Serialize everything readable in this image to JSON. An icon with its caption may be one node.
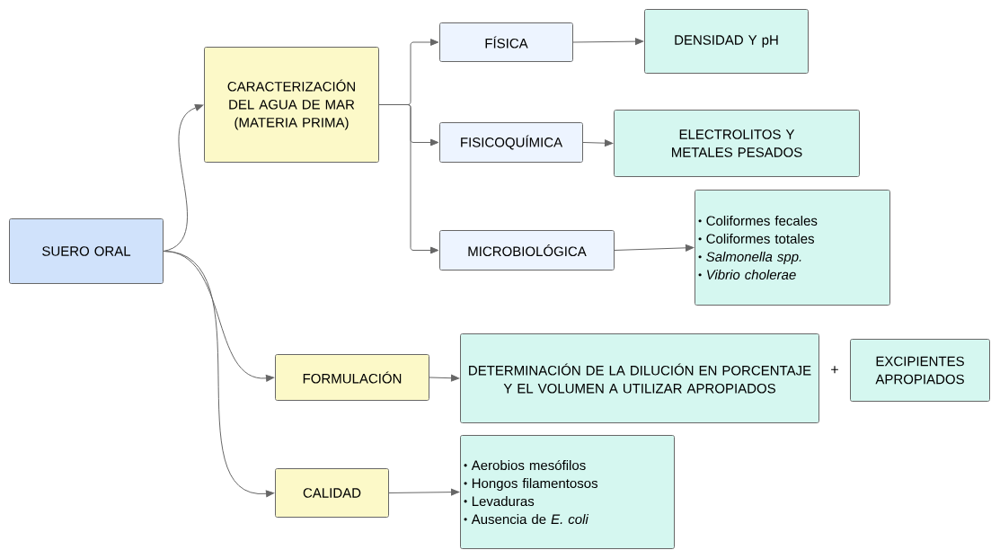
{
  "diagram": {
    "nodes": [
      {
        "text": [
          "SUERO ORAL"
        ]
      },
      {
        "text": [
          "CARACTERIZACIÓN DEL AGUA DE MAR (MATERIA PRIMA)"
        ]
      },
      {
        "text": [
          "FÍSICA"
        ]
      },
      {
        "text": [
          "DENSIDAD Y pH"
        ]
      },
      {
        "text": [
          "FISICOQUÍMICA"
        ]
      },
      {
        "text": [
          "ELECTROLITOS Y METALES PESADOS"
        ]
      },
      {
        "text": [
          "MICROBIOLÓGICA"
        ]
      },
      {
        "text": [
          "Coliformes fecales",
          "Coliformes totales",
          "*Salmonella spp.*",
          "*Vibrio cholerae*"
        ]
      },
      {
        "text": [
          "FORMULACIÓN"
        ]
      },
      {
        "text": [
          "DETERMINACIÓN DE LA DILUCIÓN EN PORCENTAJE Y EL VOLUMEN A UTILIZAR APROPIADOS"
        ]
      },
      {
        "text": [
          "EXCIPIENTES APROPIADOS"
        ]
      },
      {
        "text": [
          "CALIDAD"
        ]
      },
      {
        "text": [
          "Aerobios mesófilos",
          "Hongos filamentosos",
          "Levaduras",
          "Ausencia de *E. coli*"
        ]
      }
    ],
    "edges": [
      {
        "from": 0,
        "to": 1,
        "arrow": "to"
      },
      {
        "from": 1,
        "to": 2,
        "arrow": "to"
      },
      {
        "from": 1,
        "to": 4,
        "arrow": "to"
      },
      {
        "from": 1,
        "to": 6,
        "arrow": "to"
      },
      {
        "from": 2,
        "to": 3,
        "arrow": "to"
      },
      {
        "from": 4,
        "to": 5,
        "arrow": "to"
      },
      {
        "from": 6,
        "to": 7,
        "arrow": "to"
      },
      {
        "from": 0,
        "to": 8,
        "arrow": "to"
      },
      {
        "from": 0,
        "to": 11,
        "arrow": "to"
      },
      {
        "from": 8,
        "to": 9,
        "arrow": "to"
      },
      {
        "from": 11,
        "to": 12,
        "arrow": "to"
      }
    ],
    "labels": [
      "+"
    ]
  }
}
